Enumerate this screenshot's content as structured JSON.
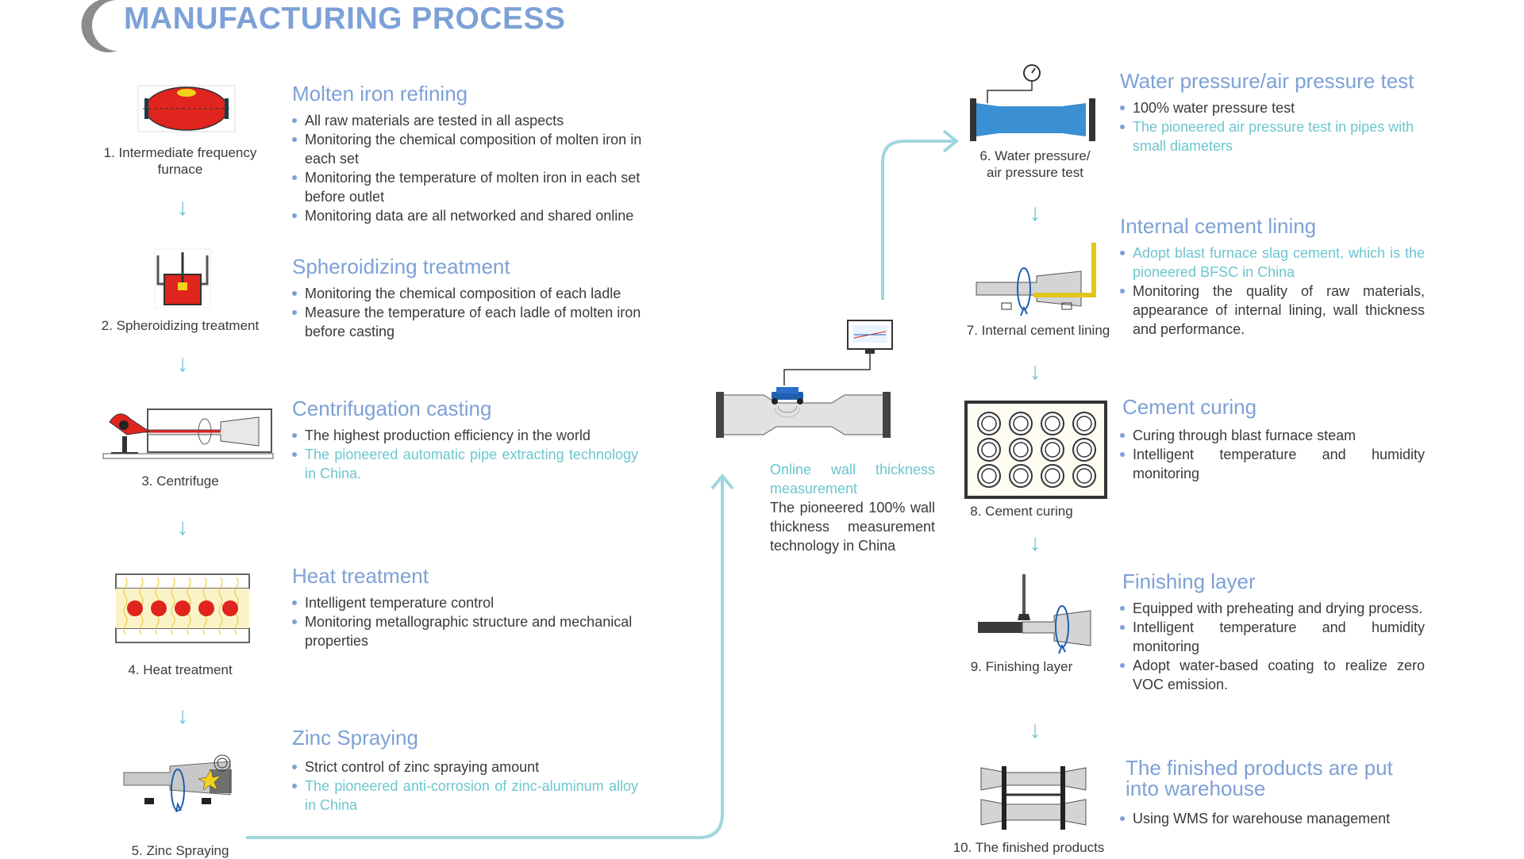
{
  "title": "MANUFACTURING PROCESS",
  "colors": {
    "accent": "#7da1d6",
    "teal": "#6cc6cf",
    "red": "#e0241e",
    "dark": "#3a3a3a"
  },
  "steps": [
    {
      "caption": "1. Intermediate frequency furnace",
      "title": "Molten iron refining",
      "bullets": [
        {
          "text": "All raw materials are tested in all aspects",
          "hl": false
        },
        {
          "text": "Monitoring the chemical composition of molten iron in each set",
          "hl": false
        },
        {
          "text": "Monitoring the temperature of molten iron in each set before outlet",
          "hl": false
        },
        {
          "text": "Monitoring data are all networked and shared online",
          "hl": false
        }
      ]
    },
    {
      "caption": "2. Spheroidizing treatment",
      "title": "Spheroidizing treatment",
      "bullets": [
        {
          "text": "Monitoring the chemical composition of each ladle",
          "hl": false
        },
        {
          "text": "Measure the temperature of each ladle of molten iron before casting",
          "hl": false
        }
      ]
    },
    {
      "caption": "3. Centrifuge",
      "title": "Centrifugation casting",
      "bullets": [
        {
          "text": "The highest production efficiency in the world",
          "hl": false
        },
        {
          "text": "The pioneered automatic pipe extracting technology in China.",
          "hl": true
        }
      ]
    },
    {
      "caption": "4. Heat treatment",
      "title": "Heat treatment",
      "bullets": [
        {
          "text": "Intelligent temperature control",
          "hl": false
        },
        {
          "text": "Monitoring metallographic structure and mechanical properties",
          "hl": false
        }
      ]
    },
    {
      "caption": "5. Zinc Spraying",
      "title": "Zinc Spraying",
      "bullets": [
        {
          "text": "Strict control of zinc spraying amount",
          "hl": false
        },
        {
          "text": "The pioneered anti-corrosion of zinc-aluminum alloy in China",
          "hl": true
        }
      ]
    },
    {
      "caption": "6. Water pressure/ air pressure test",
      "title": "Water pressure/air pressure test",
      "bullets": [
        {
          "text": "100% water pressure test",
          "hl": false
        },
        {
          "text": "The pioneered air pressure test in pipes with small diameters",
          "hl": true
        }
      ]
    },
    {
      "caption": "7. Internal cement lining",
      "title": "Internal cement lining",
      "bullets": [
        {
          "text": "Adopt blast furnace slag cement, which is the pioneered BFSC in China",
          "hl": true
        },
        {
          "text": "Monitoring the quality of raw materials, appearance of internal lining, wall thickness and performance.",
          "hl": false
        }
      ]
    },
    {
      "caption": "8. Cement curing",
      "title": "Cement curing",
      "bullets": [
        {
          "text": "Curing through blast furnace steam",
          "hl": false
        },
        {
          "text": "Intelligent temperature and humidity monitoring",
          "hl": false
        }
      ]
    },
    {
      "caption": "9. Finishing layer",
      "title": "Finishing layer",
      "bullets": [
        {
          "text": "Equipped with preheating and drying process.",
          "hl": false
        },
        {
          "text": "Intelligent temperature and humidity monitoring",
          "hl": false
        },
        {
          "text": "Adopt water-based coating to realize zero VOC emission.",
          "hl": false
        }
      ]
    },
    {
      "caption": "10. The finished products",
      "title": "The finished products are put into warehouse",
      "bullets": [
        {
          "text": "Using WMS for warehouse management",
          "hl": false
        }
      ]
    }
  ],
  "online": {
    "title": "Online wall thickness measurement",
    "desc": "The pioneered 100% wall thickness measurement technology in China"
  }
}
